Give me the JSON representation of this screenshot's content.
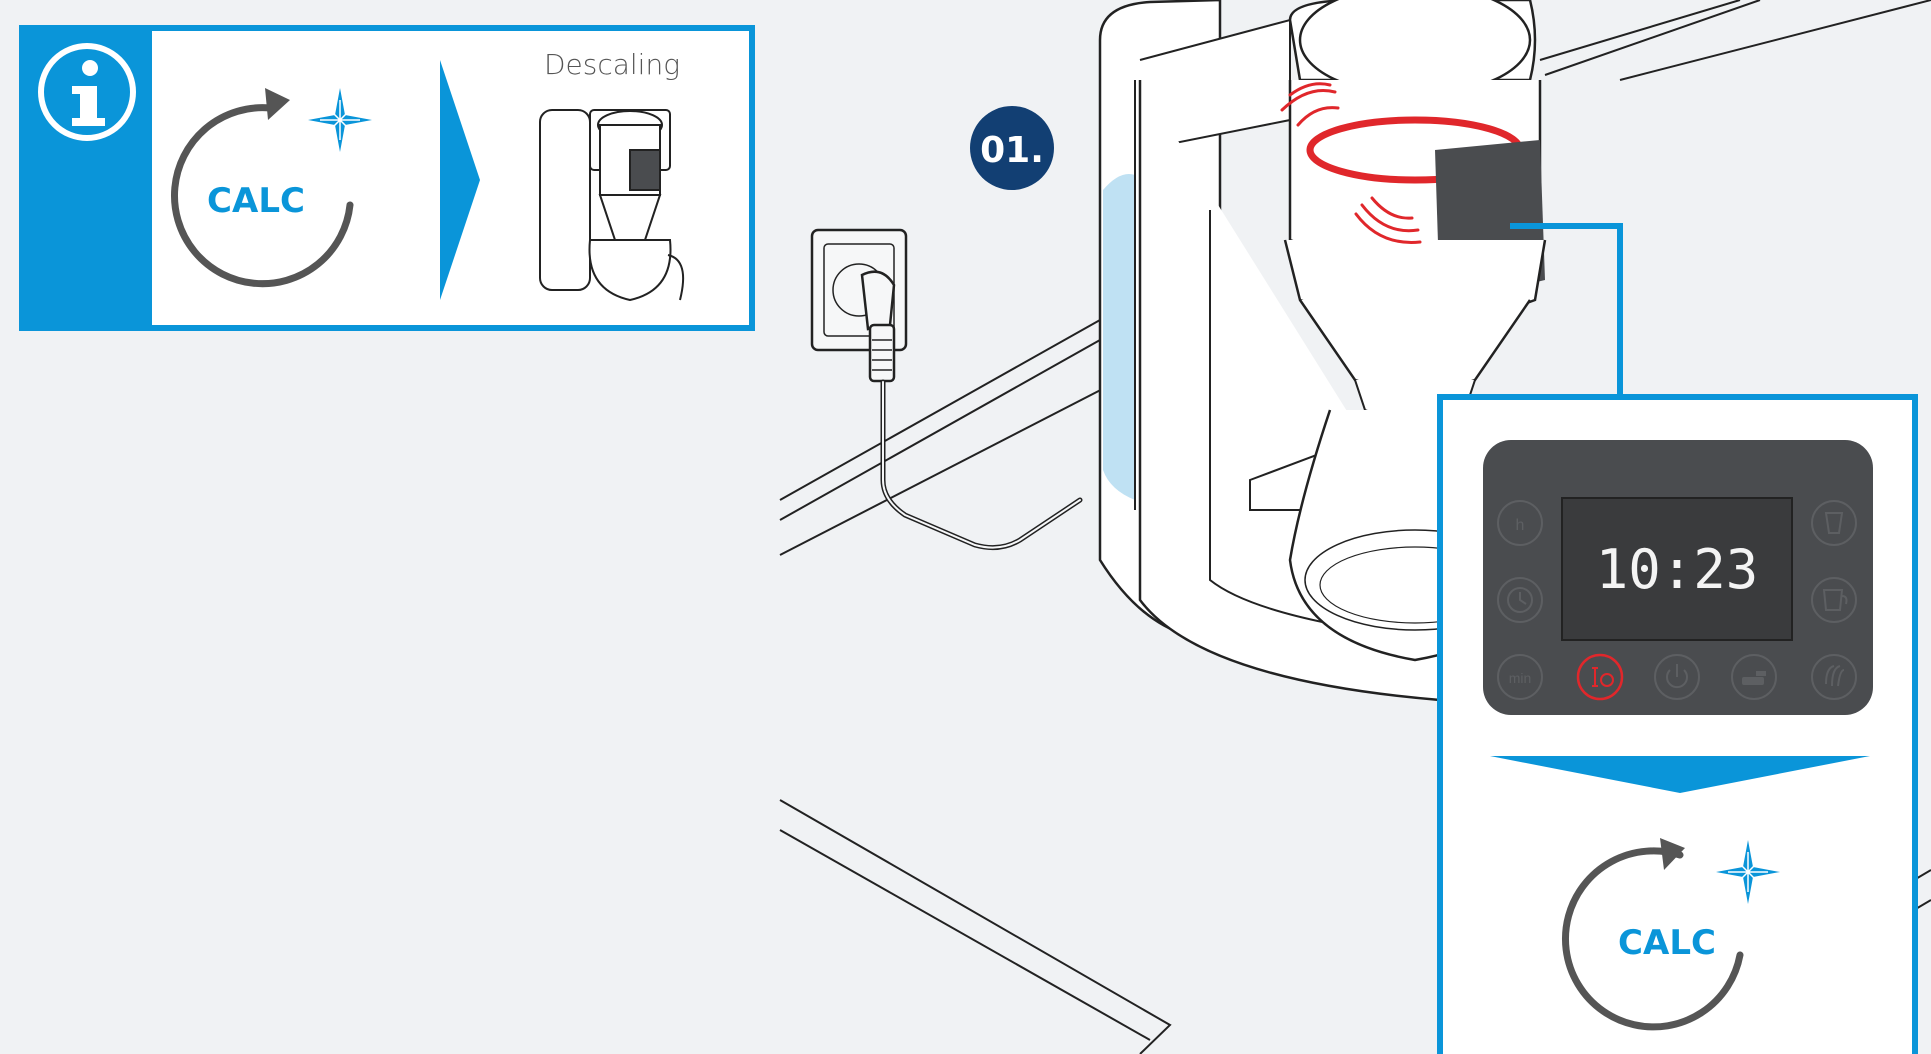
{
  "colors": {
    "background": "#f0f2f4",
    "accent_blue": "#0a95d9",
    "navy_badge": "#123f73",
    "arc_gray": "#555555",
    "panel_dark": "#4a4c4f",
    "red_alert": "#e0272b",
    "tank_water": "#bfe1f3"
  },
  "info_box": {
    "icon": "info-icon",
    "calc_label": "CALC",
    "descaling_label": "Descaling"
  },
  "step": {
    "number": "01."
  },
  "display": {
    "time": "10:23",
    "buttons": [
      "h",
      "clock-icon",
      "min",
      "descale-icon",
      "power-icon",
      "warmer-icon",
      "aroma-icon",
      "cup-icon",
      "jug-icon"
    ],
    "min_label": "min",
    "hour_label": "h"
  },
  "result": {
    "calc_label": "CALC"
  }
}
